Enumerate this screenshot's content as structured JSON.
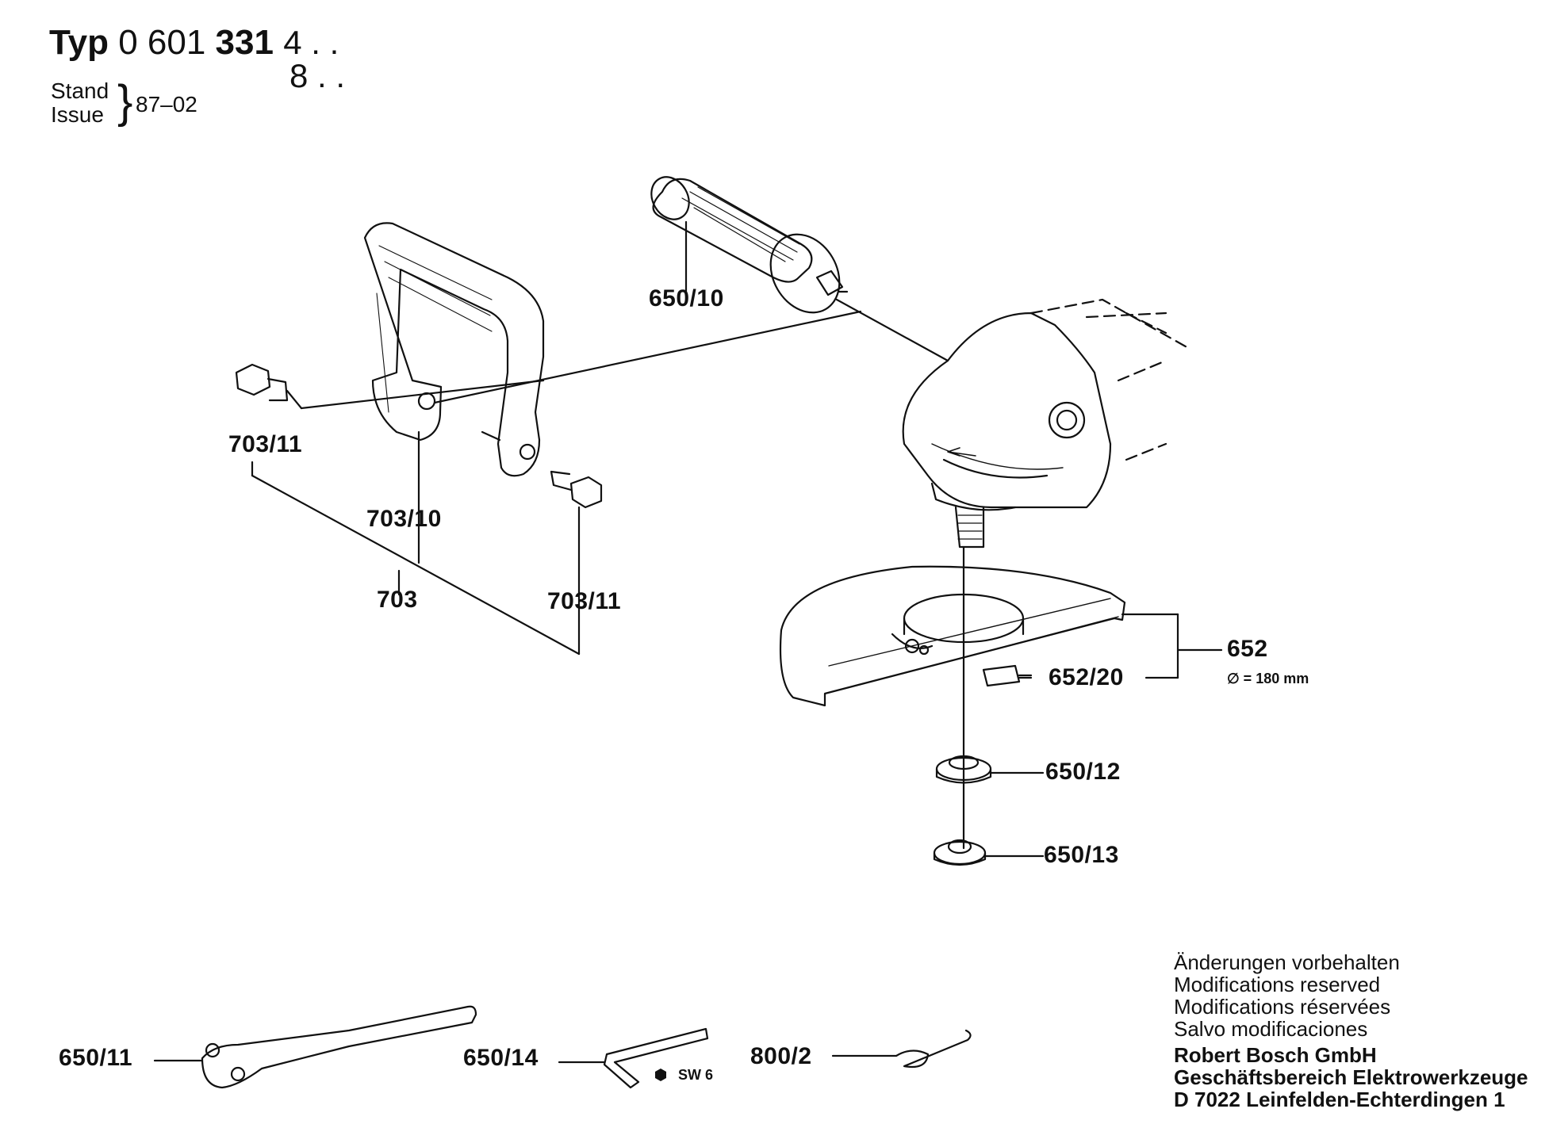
{
  "header": {
    "typ_label": "Typ",
    "type_number_a": "0 601",
    "type_number_b": "331",
    "variant_1": "4 . .",
    "variant_2": "8 . .",
    "stand_label": "Stand",
    "issue_label": "Issue",
    "date": "87–02"
  },
  "parts": {
    "p650_10": "650/10",
    "p703_11_left": "703/11",
    "p703_10": "703/10",
    "p703": "703",
    "p703_11_right": "703/11",
    "p652": "652",
    "p652_diameter": "∅ = 180 mm",
    "p652_20": "652/20",
    "p650_12": "650/12",
    "p650_13": "650/13",
    "p650_11": "650/11",
    "p650_14": "650/14",
    "p650_14_size": "SW 6",
    "p800_2": "800/2"
  },
  "notes": {
    "line1": "Änderungen vorbehalten",
    "line2": "Modifications reserved",
    "line3": "Modifications réservées",
    "line4": "Salvo modificaciones",
    "company1": "Robert Bosch GmbH",
    "company2": "Geschäftsbereich Elektrowerkzeuge",
    "company3": "D 7022 Leinfelden-Echterdingen 1"
  }
}
